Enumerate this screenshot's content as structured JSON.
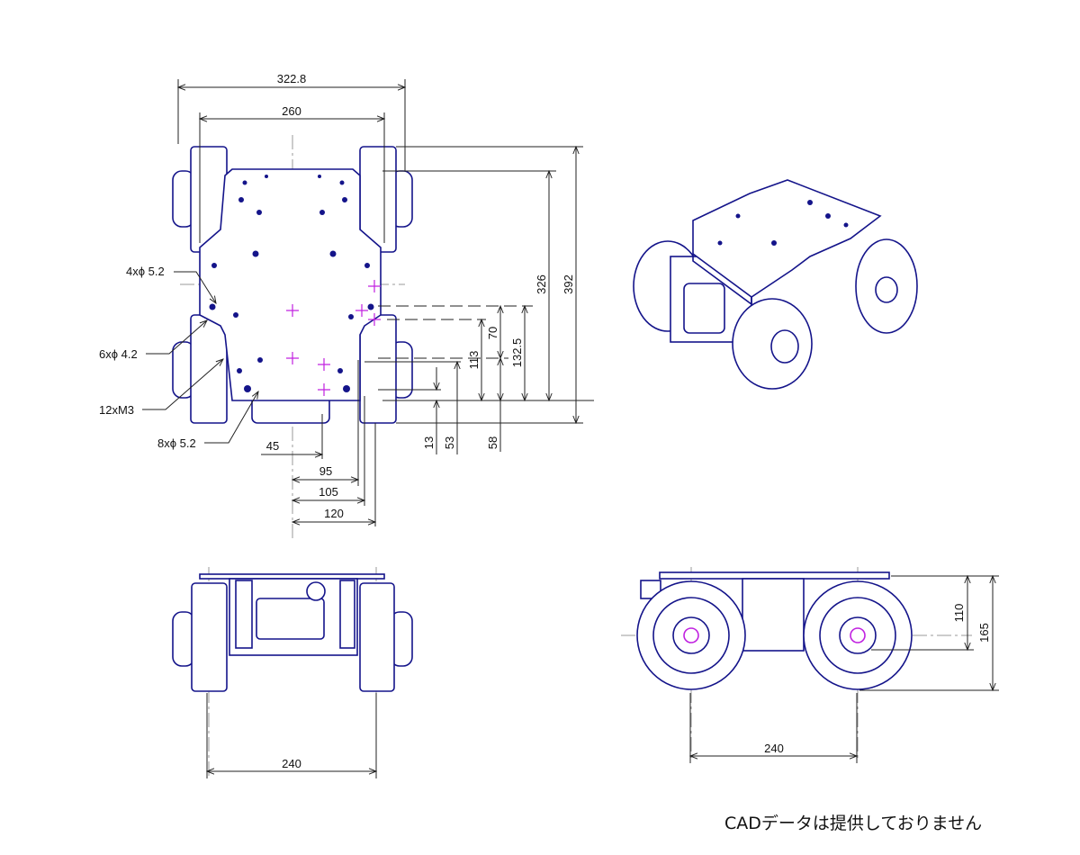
{
  "top_view": {
    "dims": {
      "overall_width": "322.8",
      "plate_width": "260",
      "overall_length": "392",
      "plate_length": "326",
      "d132_5": "132.5",
      "d70": "70",
      "d113": "113",
      "d58": "58",
      "d53": "53",
      "d13": "13",
      "d45": "45",
      "d95": "95",
      "d105": "105",
      "d120": "120"
    },
    "callouts": {
      "holes_4": "4xϕ 5.2",
      "holes_6": "6xϕ 4.2",
      "m3": "12xM3",
      "holes_8": "8xϕ 5.2"
    }
  },
  "front_view": {
    "track": "240"
  },
  "side_view": {
    "wheelbase": "240",
    "axle_height": "110",
    "height": "165"
  },
  "colors": {
    "part": "#14148a",
    "marker": "#c020e0"
  },
  "note": "CADデータは提供しておりません"
}
